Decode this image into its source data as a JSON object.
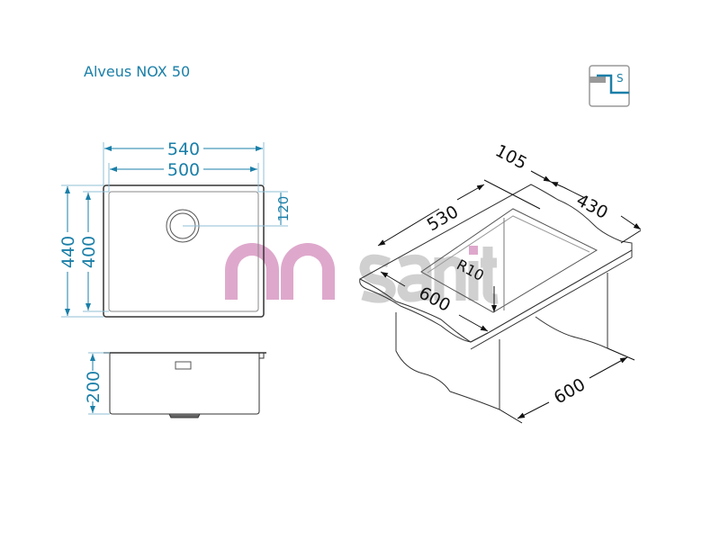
{
  "title": "Alveus NOX 50",
  "icon_label": "S",
  "watermark": {
    "brand": "msanit"
  },
  "top_view": {
    "width_outer": "540",
    "width_inner": "500",
    "height_outer": "440",
    "height_inner": "400",
    "drain_offset": "120"
  },
  "side_view": {
    "depth": "200"
  },
  "iso_view": {
    "cutout_length": "530",
    "back_offset": "105",
    "cutout_width": "430",
    "radius": "R10",
    "cabinet_width": "600",
    "cabinet_depth": "600"
  },
  "colors": {
    "dimension": "#1a7fa8",
    "watermark_pink": "#d99ac4",
    "watermark_gray": "#c8c8c8"
  }
}
